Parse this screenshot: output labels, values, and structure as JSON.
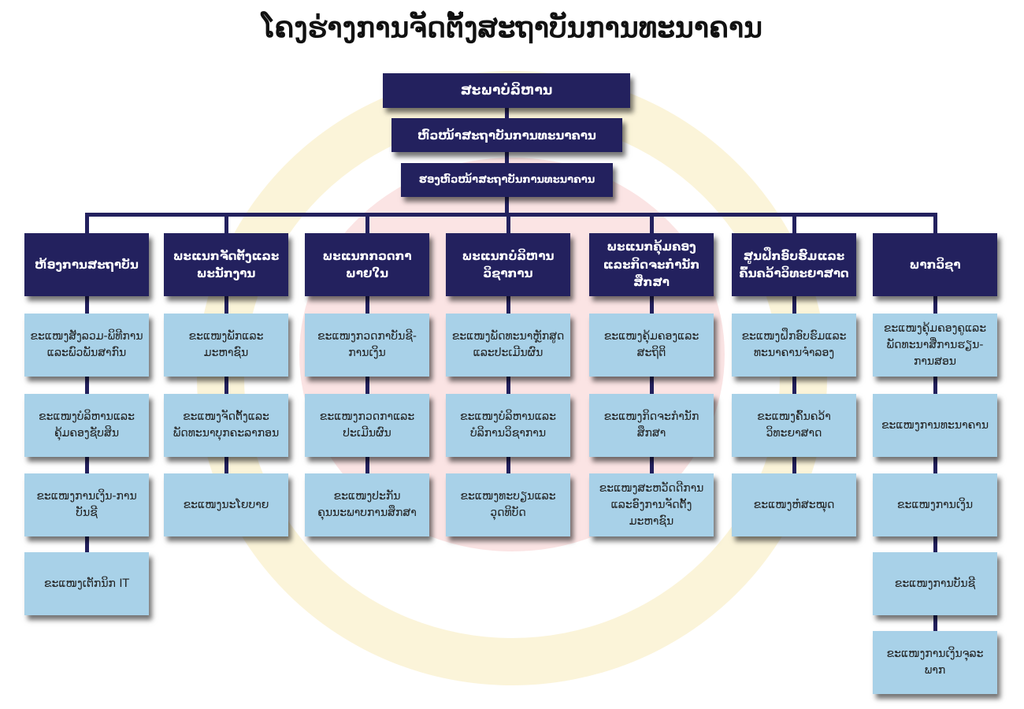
{
  "title": "ໂຄງຮ່າງການຈັດຕັ້ງສະຖາບັນການທະນາຄານ",
  "leadership": [
    "ສະພາບໍລິຫານ",
    "ຫົວໜ້າສະຖາບັນການທະນາຄານ",
    "ຮອງຫົວໜ້າສະຖາບັນການທະນາຄານ"
  ],
  "columns": [
    {
      "header": "ຫ້ອງການສະຖາບັນ",
      "units": [
        "ຂະແໜງສັງລວມ-ພິທີການແລະພົວພັນສາກົນ",
        "ຂະແໜງບໍລິຫານແລະຄຸ້ມຄອງຊັບສິນ",
        "ຂະແໜງການເງິນ-ການບັນຊີ",
        "ຂະແໜງເຕັກນິກ IT"
      ]
    },
    {
      "header": "ພະແນກຈັດຕັ້ງແລະພະນັກງານ",
      "units": [
        "ຂະແໜງພັກແລະມະຫາຊົນ",
        "ຂະແໜງຈັດຕັ້ງແລະພັດທະນາບຸກຄະລາກອນ",
        "ຂະແໜງນະໂຍບາຍ"
      ]
    },
    {
      "header": "ພະແນກກວດກາພາຍໃນ",
      "units": [
        "ຂະແໜງກວດກາບັນຊີ-ການເງິນ",
        "ຂະແໜງກວດກາແລະປະເມີນຜົນ",
        "ຂະແໜງປະກັນຄຸນນະພາບການສຶກສາ"
      ]
    },
    {
      "header": "ພະແນກບໍລິຫານວິຊາການ",
      "units": [
        "ຂະແໜງພັດທະນາຫຼັກສູດແລະປະເມີນຜົນ",
        "ຂະແໜງບໍລິຫານແລະບໍລິການວິຊາການ",
        "ຂະແໜງທະບຽນແລະວຸດທິບັດ"
      ]
    },
    {
      "header": "ພະແນກຄຸ້ມຄອງແລະກິດຈະກຳນັກສຶກສາ",
      "units": [
        "ຂະແໜງຄຸ້ມຄອງແລະສະຖິຕິ",
        "ຂະແໜງກິດຈະກຳນັກສຶກສາ",
        "ຂະແໜງສະຫວັດດີການແລະອົງການຈັດຕັ້ງມະຫາຊົນ"
      ]
    },
    {
      "header": "ສູນຝຶກອົບຮົມແລະຄົ້ນຄວ້າວິທະຍາສາດ",
      "units": [
        "ຂະແໜງຝຶກອົບຮົມແລະທະນາຄານຈຳລອງ",
        "ຂະແໜງຄົ້ນຄວ້າວິທະຍາສາດ",
        "ຂະແໜງຫໍສະໝຸດ"
      ]
    },
    {
      "header": "ພາກວິຊາ",
      "units": [
        "ຂະແໜງຄຸ້ມຄອງຄູແລະພັດທະນາສື່ການຮຽນ-ການສອນ",
        "ຂະແໜງການທະນາຄານ",
        "ຂະແໜງການເງິນ",
        "ຂະແໜງການບັນຊີ",
        "ຂະແໜງການເງິນຈຸລະພາກ"
      ]
    }
  ],
  "colors": {
    "header": "#23215e",
    "unit": "#a8d1e8"
  }
}
